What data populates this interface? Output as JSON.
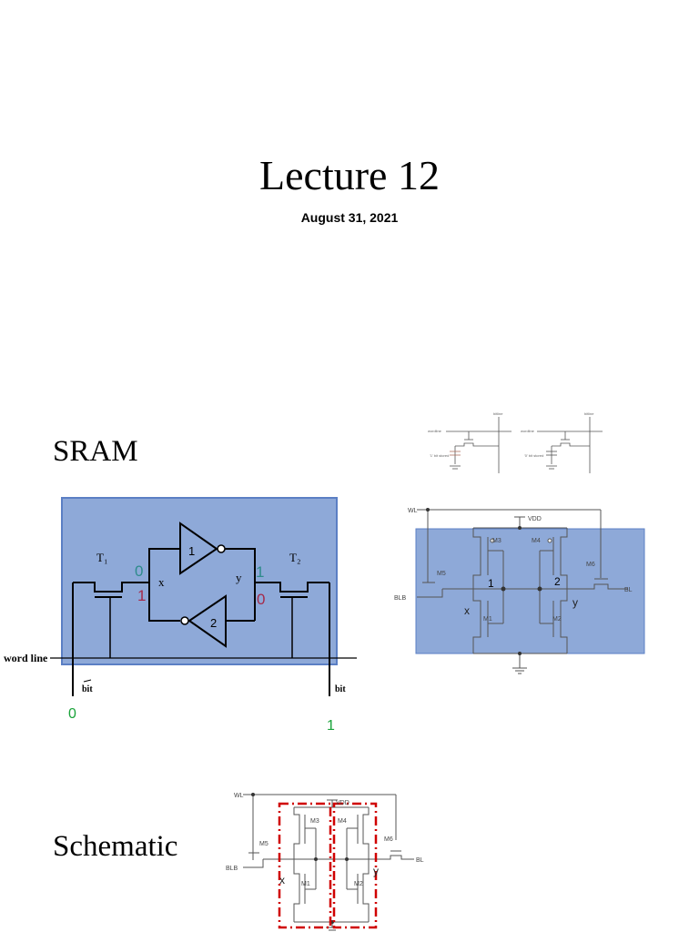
{
  "slide": {
    "title": "Lecture 12",
    "date": "August 31, 2021"
  },
  "sram_section": {
    "heading": "SRAM",
    "cell": {
      "t1": "T₁",
      "t2": "T₂",
      "node_x": "x",
      "node_y": "y",
      "inv_top": "1",
      "inv_bottom": "2",
      "x_stored_teal": "0",
      "x_stored_red": "1",
      "y_stored_teal": "1",
      "y_stored_red": "0",
      "word_line": "word line",
      "bit_bar": "bit",
      "bit": "bit",
      "bit_bar_value": "0",
      "bit_value": "1"
    },
    "thumbs": {
      "label_bitline": "bitline",
      "label_wordline": "wordline",
      "label_stored_1": "'1' bit stored",
      "label_stored_0": "'0' bit stored"
    },
    "six_t": {
      "wl": "WL",
      "vdd": "VDD",
      "blb": "BLB",
      "bl": "BL",
      "m1": "M1",
      "m2": "M2",
      "m3": "M3",
      "m4": "M4",
      "m5": "M5",
      "m6": "M6",
      "node1": "1",
      "node2": "2",
      "x": "x",
      "y": "y"
    }
  },
  "schematic_section": {
    "heading": "Schematic",
    "wl": "WL",
    "vdd": "VDD",
    "blb": "BLB",
    "bl": "BL",
    "m1": "M1",
    "m2": "M2",
    "m3": "M3",
    "m4": "M4",
    "m5": "M5",
    "m6": "M6",
    "x": "x",
    "y": "y"
  },
  "colors": {
    "cell_fill": "#8ea9d8",
    "cell_border": "#5b7fc4",
    "teal": "#2e8b8b",
    "red": "#a52a4a",
    "green": "#1aa33a",
    "dashdot_red": "#d00000"
  }
}
